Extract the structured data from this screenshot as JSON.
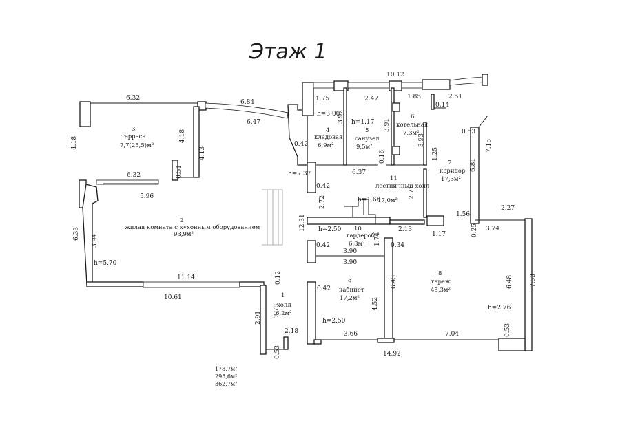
{
  "title": "Этаж 1",
  "rooms": {
    "r1": {
      "num": "1",
      "name": "холл",
      "area": "6,2м²"
    },
    "r2": {
      "num": "2",
      "name": "жилая комната с кухонным оборудованием",
      "area": "93,9м²"
    },
    "r3": {
      "num": "3",
      "name": "терраса",
      "area": "7,7(25,5)м²"
    },
    "r4": {
      "num": "4",
      "name": "кладовая",
      "area": "6,9м²"
    },
    "r5": {
      "num": "5",
      "name": "санузел",
      "area": "9,5м²"
    },
    "r6": {
      "num": "6",
      "name": "котельная",
      "area": "7,3м²"
    },
    "r7": {
      "num": "7",
      "name": "коридор",
      "area": "17,3м²"
    },
    "r8": {
      "num": "8",
      "name": "гараж",
      "area": "45,3м²"
    },
    "r9": {
      "num": "9",
      "name": "кабинет",
      "area": "17,2м²"
    },
    "r10": {
      "num": "10",
      "name": "гардероб",
      "area": "6,8м²"
    },
    "r11": {
      "num": "11",
      "name": "лестничный холл",
      "area": "17,0м²"
    }
  },
  "heights": {
    "h1": "h=3.00",
    "h2": "h=1.17",
    "h3": "h=7.37",
    "h4": "h=1.60",
    "h5": "h=2.50",
    "h6": "h=5.70",
    "h7": "h=2.50",
    "h8": "h=2.76"
  },
  "dims": {
    "d1": "10.12",
    "d2": "6.32",
    "d3": "6.84",
    "d4": "6.47",
    "d5": "1.75",
    "d6": "2.47",
    "d7": "1.85",
    "d8": "2.51",
    "d9": "0.14",
    "d10": "3.92",
    "d11": "3.91",
    "d12": "4.18",
    "d13": "4.18",
    "d14": "4.13",
    "d15": "0.51",
    "d16": "6.32",
    "d17": "5.96",
    "d18": "0.42",
    "d19": "6.37",
    "d20": "0.16",
    "d21": "3.93",
    "d22": "1.25",
    "d23": "0.53",
    "d24": "7.15",
    "d25": "6.81",
    "d26": "0.42",
    "d27": "2.72",
    "d28": "2.71",
    "d29": "1.56",
    "d30": "12.31",
    "d31": "2.13",
    "d32": "1.17",
    "d33": "0.25",
    "d34": "2.27",
    "d35": "3.74",
    "d36": "6.33",
    "d37": "3.94",
    "d38": "0.42",
    "d39": "1.74",
    "d40": "0.34",
    "d41": "3.90",
    "d42": "3.90",
    "d43": "11.14",
    "d44": "0.12",
    "d45": "10.61",
    "d46": "0.42",
    "d47": "6.43",
    "d48": "4.52",
    "d49": "6.48",
    "d50": "7.53",
    "d51": "2.91",
    "d52": "2.78",
    "d53": "2.18",
    "d54": "3.66",
    "d55": "7.04",
    "d56": "0.53",
    "d57": "0.53",
    "d58": "14.92"
  },
  "totals": [
    "178,7м²",
    "295,6м²",
    "362,7м²"
  ]
}
